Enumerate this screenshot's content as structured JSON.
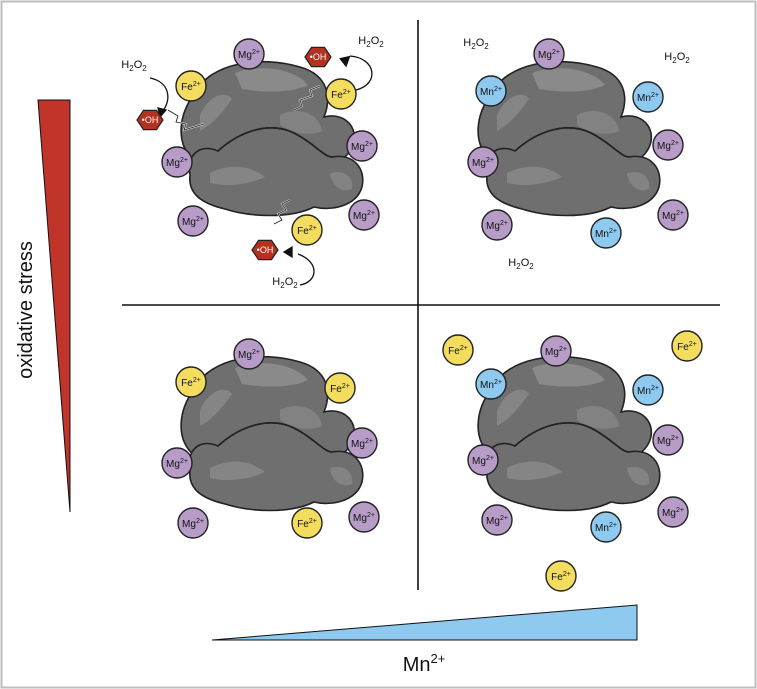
{
  "axes": {
    "y_label": "oxidative stress",
    "x_label_base": "Mn",
    "x_label_sup": "2+"
  },
  "labels": {
    "mg": "Mg",
    "fe": "Fe",
    "mn": "Mn",
    "charge": "2+",
    "h2o2_h": "H",
    "h2o2_o": "O",
    "h2o2_sub": "2",
    "oh": "•OH"
  },
  "colors": {
    "mg": "#b89cc8",
    "fe": "#f3dc5e",
    "mn": "#8ec9f0",
    "stress_wedge": "#c0342a",
    "mn_wedge": "#8ec9f0",
    "protein": "#707070",
    "radical": "#b5311f"
  }
}
